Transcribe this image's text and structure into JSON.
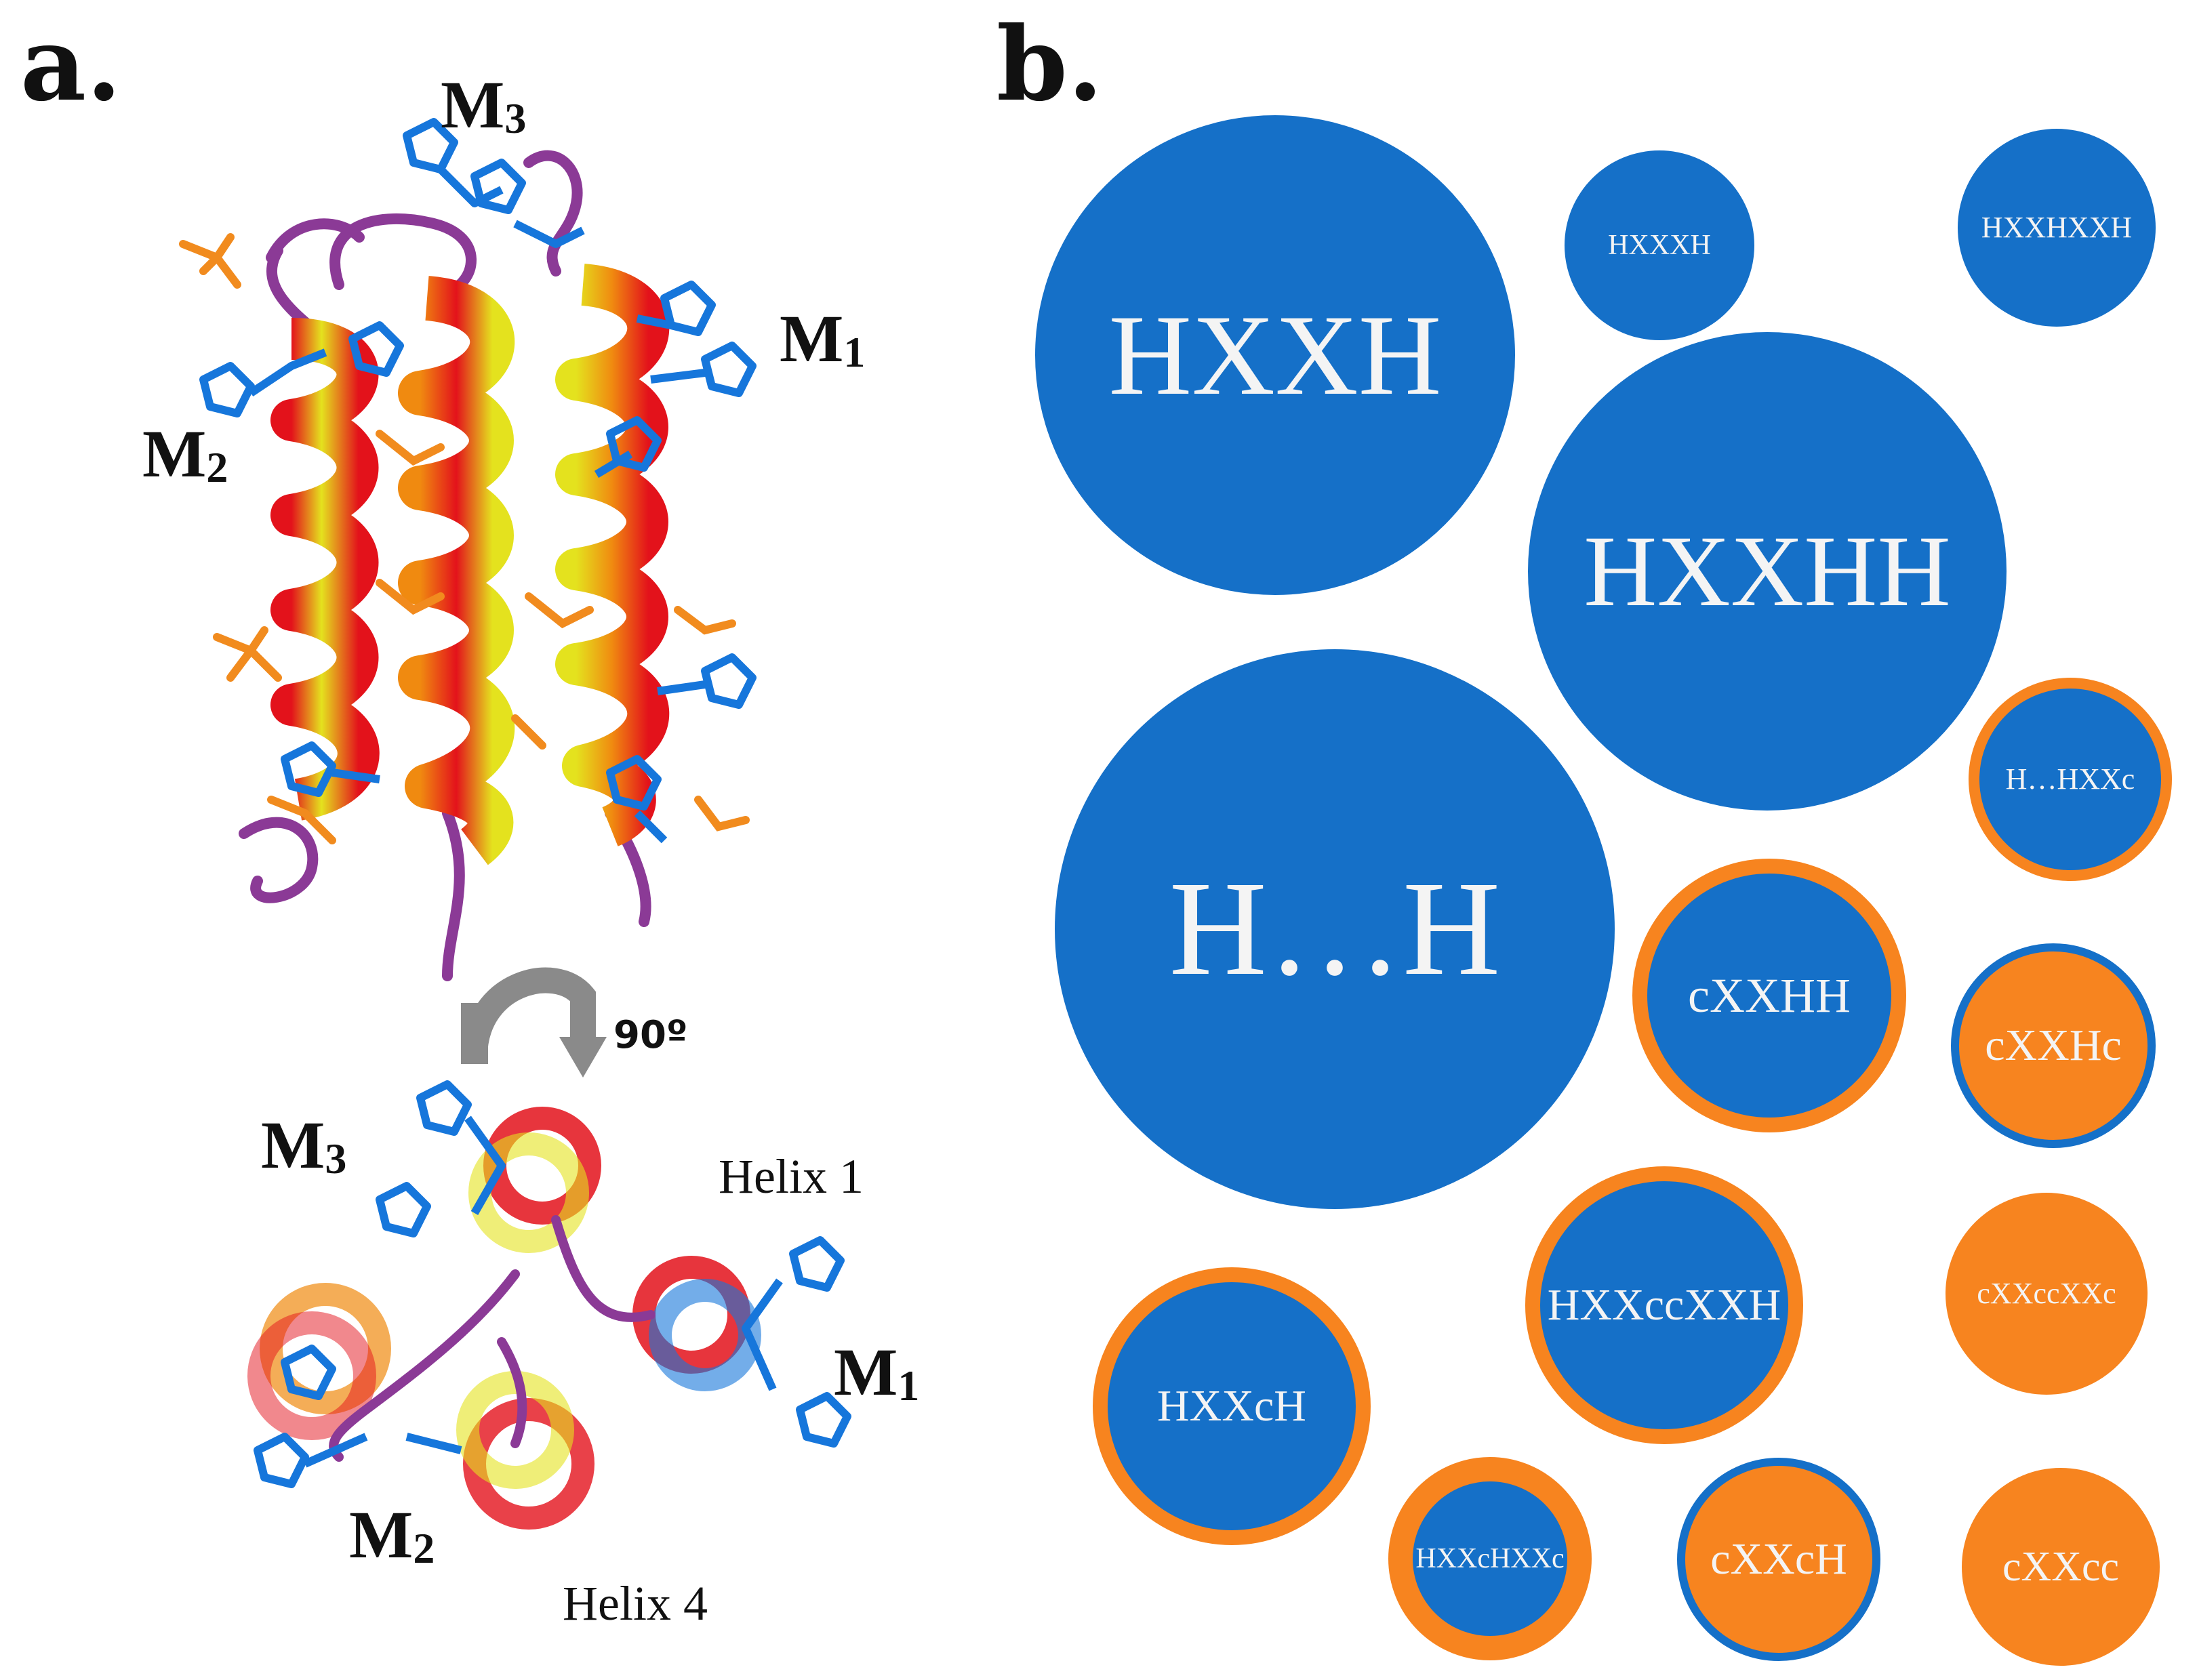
{
  "panel_a": {
    "label": "a.",
    "sites_top": [
      {
        "letter": "M",
        "sub": "3"
      },
      {
        "letter": "M",
        "sub": "1"
      },
      {
        "letter": "M",
        "sub": "2"
      }
    ],
    "rotation": "90º",
    "sites_bottom": [
      {
        "letter": "M",
        "sub": "3"
      },
      {
        "letter": "M",
        "sub": "1"
      },
      {
        "letter": "M",
        "sub": "2"
      }
    ],
    "helix_labels": [
      "Helix 1",
      "Helix 4"
    ],
    "colors": {
      "helix_red": "#e3121b",
      "helix_yellow": "#e4e21e",
      "helix_orange": "#f08a10",
      "loop_purple": "#8b3a96",
      "his_blue": "#1676db",
      "side_orange": "#f18b1e"
    }
  },
  "panel_b": {
    "label": "b.",
    "colors": {
      "blue": "#1570c8",
      "orange": "#f7841f"
    },
    "bubbles": [
      {
        "label": "HXXH",
        "fill": "blue",
        "ring": "none"
      },
      {
        "label": "HXXXH",
        "fill": "blue",
        "ring": "none"
      },
      {
        "label": "HXXHXXH",
        "fill": "blue",
        "ring": "none"
      },
      {
        "label": "HXXHH",
        "fill": "blue",
        "ring": "none"
      },
      {
        "label": "H…HXXc",
        "fill": "blue",
        "ring": "orange"
      },
      {
        "label": "H…H",
        "fill": "blue",
        "ring": "none"
      },
      {
        "label": "cXXHH",
        "fill": "blue",
        "ring": "orange"
      },
      {
        "label": "cXXHc",
        "fill": "orange",
        "ring": "blue"
      },
      {
        "label": "HXXccXXH",
        "fill": "blue",
        "ring": "orange"
      },
      {
        "label": "cXXccXXc",
        "fill": "orange",
        "ring": "none"
      },
      {
        "label": "HXXcH",
        "fill": "blue",
        "ring": "orange"
      },
      {
        "label": "HXXcHXXc",
        "fill": "blue",
        "ring": "orange"
      },
      {
        "label": "cXXcH",
        "fill": "orange",
        "ring": "blue"
      },
      {
        "label": "cXXcc",
        "fill": "orange",
        "ring": "none"
      }
    ]
  }
}
